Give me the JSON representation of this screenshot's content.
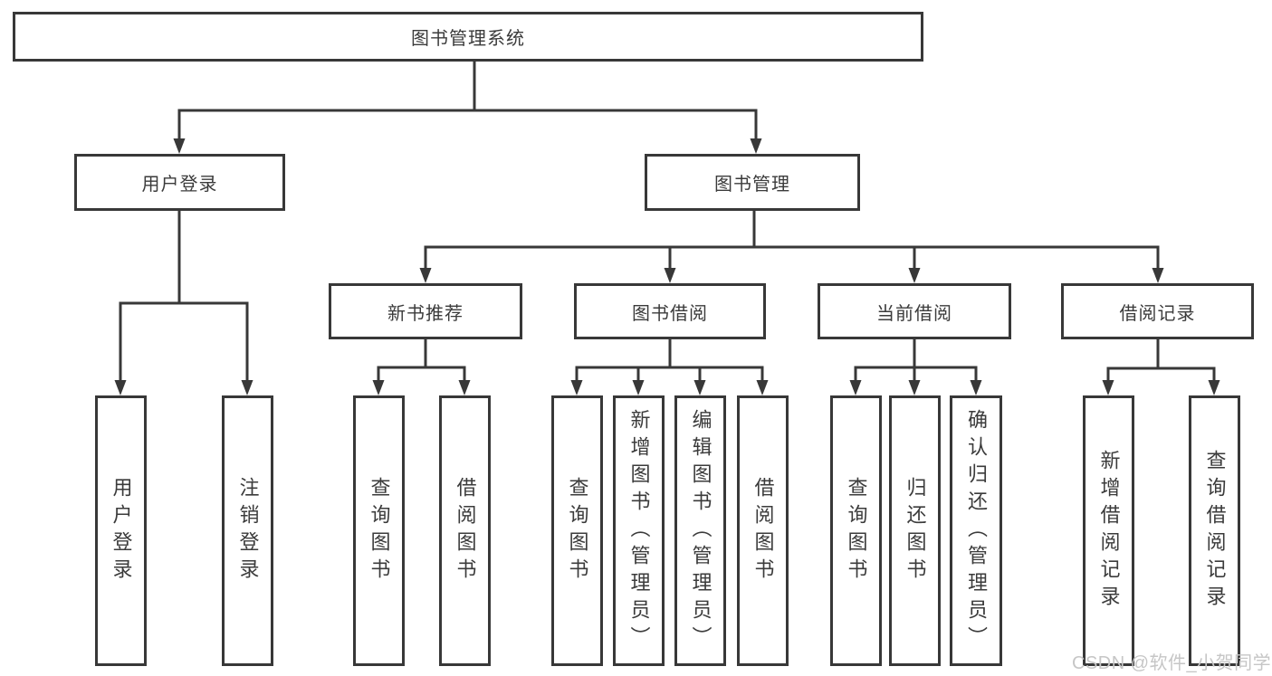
{
  "diagram": {
    "root": "图书管理系统",
    "branches": {
      "user_login": "用户登录",
      "book_mgmt": "图书管理"
    },
    "modules": {
      "new_books": "新书推荐",
      "borrowing": "图书借阅",
      "current": "当前借阅",
      "records": "借阅记录"
    },
    "functions": {
      "login": "用户登录",
      "logout": "注销登录",
      "nb_query": "查询图书",
      "nb_borrow": "借阅图书",
      "bw_query": "查询图书",
      "bw_add": "新增图书（管理员）",
      "bw_edit": "编辑图书（管理员）",
      "bw_borrow": "借阅图书",
      "cur_query": "查询图书",
      "cur_return": "归还图书",
      "cur_confirm": "确认归还（管理员）",
      "rec_add": "新增借阅记录",
      "rec_query": "查询借阅记录"
    },
    "watermark": "CSDN @软件_小贺同学"
  },
  "colors": {
    "line": "#383838",
    "text": "#3b3b3b",
    "watermark": "#c6c6c6",
    "background": "#ffffff"
  }
}
